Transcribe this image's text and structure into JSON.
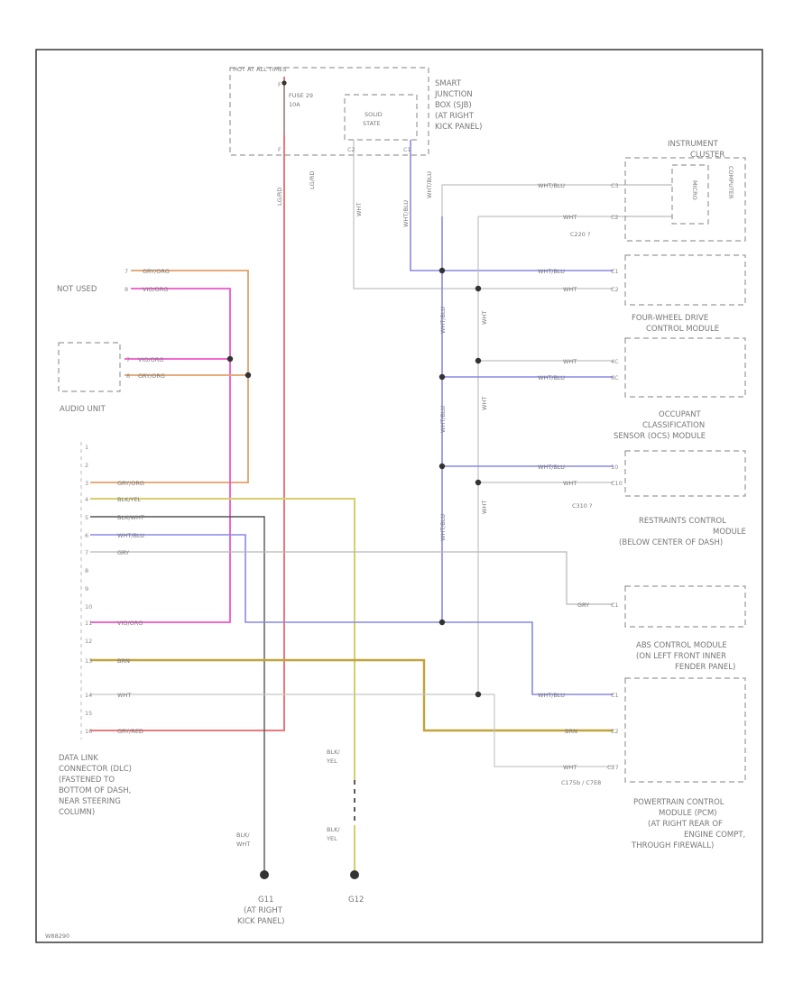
{
  "components": {
    "hot_at_all_times": "HOT AT ALL TIMES",
    "fuse": [
      "FUSE 29",
      "10A"
    ],
    "smart_junction": [
      "SMART",
      "JUNCTION",
      "BOX (SJB)",
      "(AT RIGHT",
      "KICK PANEL)"
    ],
    "solid_state": [
      "SOLID",
      "STATE"
    ],
    "instrument_cluster": [
      "INSTRUMENT",
      "CLUSTER"
    ],
    "micro": "MICRO",
    "ic_side": "COMPUTER",
    "ic_connector": "C220 ?",
    "fwd_control": [
      "FOUR-WHEEL DRIVE",
      "CONTROL MODULE"
    ],
    "ocs": [
      "OCCUPANT",
      "CLASSIFICATION",
      "SENSOR (OCS) MODULE"
    ],
    "ocs_connector": "C310 ?",
    "rcm": [
      "RESTRAINTS CONTROL",
      "MODULE",
      "(BELOW CENTER OF DASH)"
    ],
    "abs": [
      "ABS CONTROL MODULE",
      "(ON LEFT FRONT INNER",
      "FENDER PANEL)"
    ],
    "pcm": [
      "POWERTRAIN CONTROL",
      "MODULE (PCM)",
      "(AT RIGHT REAR OF",
      "ENGINE COMPT,",
      "THROUGH FIREWALL)"
    ],
    "pcm_connector": "C175b / C7E8",
    "not_used": "NOT USED",
    "audio_unit": "AUDIO UNIT",
    "dlc": [
      "DATA LINK",
      "CONNECTOR (DLC)",
      "(FASTENED TO",
      "BOTTOM OF DASH,",
      "NEAR STEERING",
      "COLUMN)"
    ],
    "ground_1": [
      "G11",
      "(AT RIGHT",
      "KICK PANEL)"
    ],
    "ground_2": "G12",
    "footer_code": "W88290"
  },
  "wire_labels": {
    "sjb_out_1": "LG/RD",
    "sjb_out_2": "WHT",
    "sjb_out_3": "WHT/BLU",
    "wht_blu": "WHT/BLU",
    "wht": "WHT",
    "gry_org": "GRY/ORG",
    "vio_org": "VIO/ORG",
    "bk_ye": "BLK/YEL",
    "bk_wht": "BLK/WHT",
    "gry": "GRY",
    "brn": "BRN",
    "gry_red": "GRY/RED",
    "ground_1_wire": [
      "BLK/",
      "WHT"
    ],
    "ground_2_wire": [
      "BLK/",
      "YEL"
    ]
  },
  "pins": {
    "fuse_top": "F",
    "fuse_bottom": "F",
    "ss_left": "C2",
    "ss_right": "C1",
    "ic_1": "C3",
    "ic_2": "C2",
    "fwd_1": "C1",
    "fwd_2": "C2",
    "ocs_1": "4C",
    "ocs_2": "6C",
    "rcm_1": "10",
    "rcm_2": "C10",
    "abs_1": "C1",
    "pcm_1": "C1",
    "pcm_2": "C2",
    "pcm_3": "C27",
    "audio_1": "7",
    "audio_2": "8",
    "nu_1": "7",
    "nu_2": "8",
    "dlc": [
      "1",
      "2",
      "3",
      "4",
      "5",
      "6",
      "7",
      "8",
      "9",
      "10",
      "11",
      "12",
      "13",
      "14",
      "15",
      "16"
    ]
  },
  "colors": {
    "frame": "#444444",
    "box": "#9a9a9a",
    "red": "#e8686c",
    "magenta": "#ee55cc",
    "orange": "#e2a06a",
    "blue": "#8888e6",
    "yellow": "#d6cf6c",
    "gold": "#c2a23a",
    "dark": "#555555",
    "gray": "#b6b6b6"
  }
}
